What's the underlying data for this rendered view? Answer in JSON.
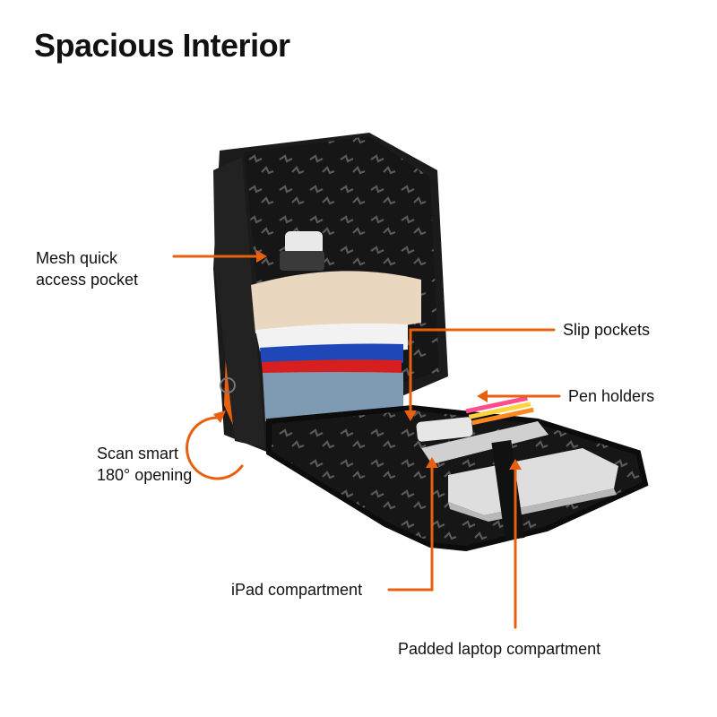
{
  "title": "Spacious Interior",
  "accent_color": "#e8600f",
  "callouts": {
    "mesh_pocket": {
      "line1": "Mesh quick",
      "line2": "access pocket"
    },
    "slip_pockets": {
      "label": "Slip pockets"
    },
    "pen_holders": {
      "label": "Pen holders"
    },
    "scan_smart": {
      "line1": "Scan smart",
      "line2": "180° opening"
    },
    "ipad_compartment": {
      "label": "iPad compartment"
    },
    "laptop_compartment": {
      "label": "Padded laptop compartment"
    }
  }
}
